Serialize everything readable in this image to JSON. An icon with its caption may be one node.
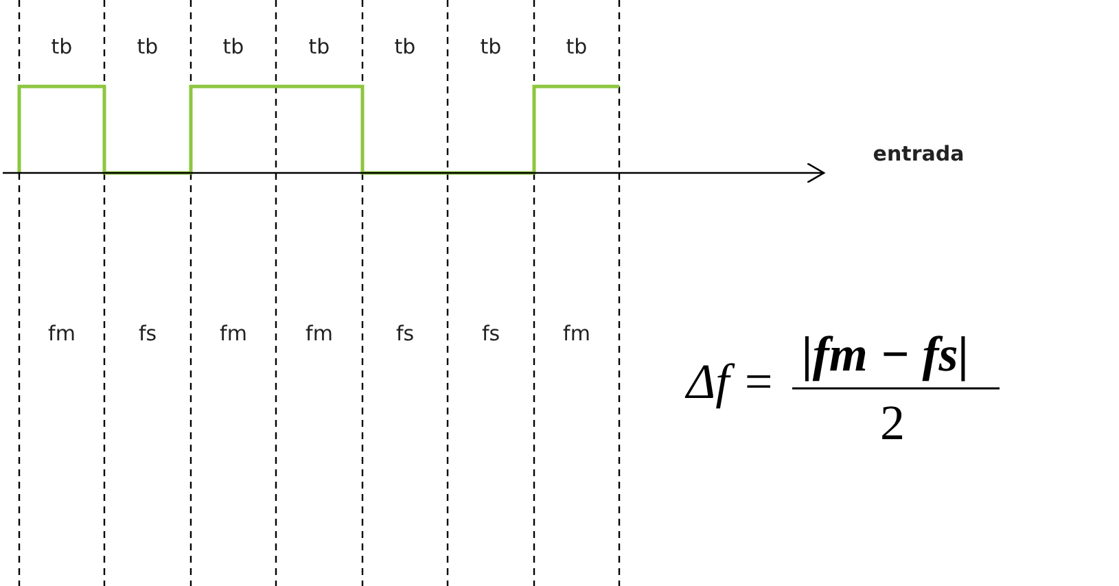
{
  "diagram": {
    "labels": [
      "tb",
      "tb",
      "tb",
      "tb",
      "tb",
      "tb",
      "tb",
      "entrada",
      "fm",
      "fs",
      "fm",
      "fm",
      "fs",
      "fs",
      "fm",
      "Δf =",
      "|fm − fs|",
      "2"
    ]
  }
}
